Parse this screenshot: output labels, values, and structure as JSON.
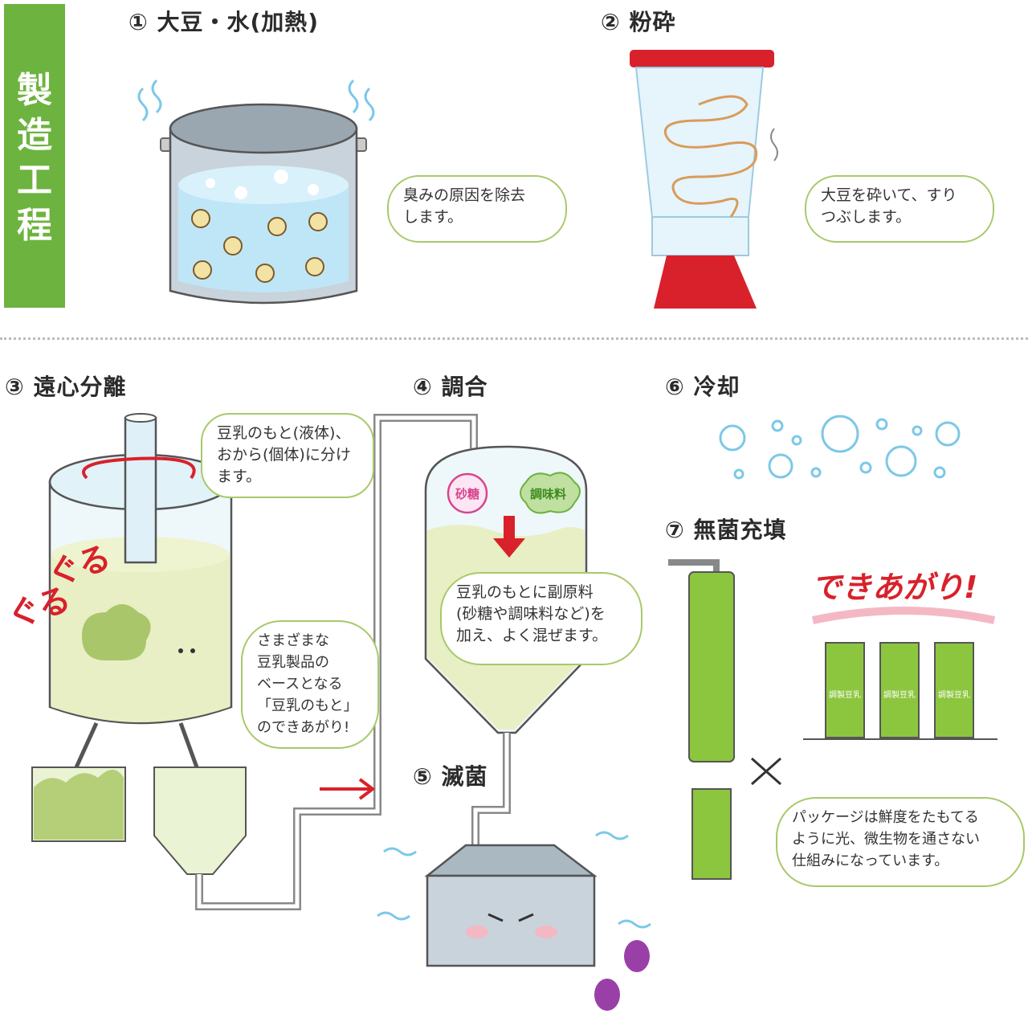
{
  "banner": {
    "chars": [
      "製",
      "造",
      "工",
      "程"
    ]
  },
  "steps": {
    "s1": {
      "title": "① 大豆・水(加熱)",
      "bubble": [
        "臭みの原因を除去",
        "します。"
      ]
    },
    "s2": {
      "title": "② 粉砕",
      "bubble": [
        "大豆を砕いて、すり",
        "つぶします。"
      ]
    },
    "s3": {
      "title": "③ 遠心分離",
      "bubble": [
        "豆乳のもと(液体)、",
        "おから(個体)に分け",
        "ます。"
      ],
      "bubble2": [
        "さまざまな",
        "豆乳製品の",
        "ベースとなる",
        "「豆乳のもと」",
        "のできあがり!"
      ],
      "guru1": "ぐる",
      "guru2": "ぐる"
    },
    "s4": {
      "title": "④ 調合",
      "sugar": "砂糖",
      "seasoning": "調味料",
      "bubble": [
        "豆乳のもとに副原料",
        "(砂糖や調味料など)を",
        "加え、よく混ぜます。"
      ]
    },
    "s5": {
      "title": "⑤ 滅菌"
    },
    "s6": {
      "title": "⑥ 冷却"
    },
    "s7": {
      "title": "⑦ 無菌充填",
      "done": "できあがり!",
      "bubble": [
        "パッケージは鮮度をたもてる",
        "ように光、微生物を通さない",
        "仕組みになっています。"
      ],
      "pack_label": "調製豆乳"
    }
  },
  "colors": {
    "green": "#6db33f",
    "red": "#d9212b",
    "bubble_border": "#a8c96a",
    "pack": "#8cc63f"
  }
}
